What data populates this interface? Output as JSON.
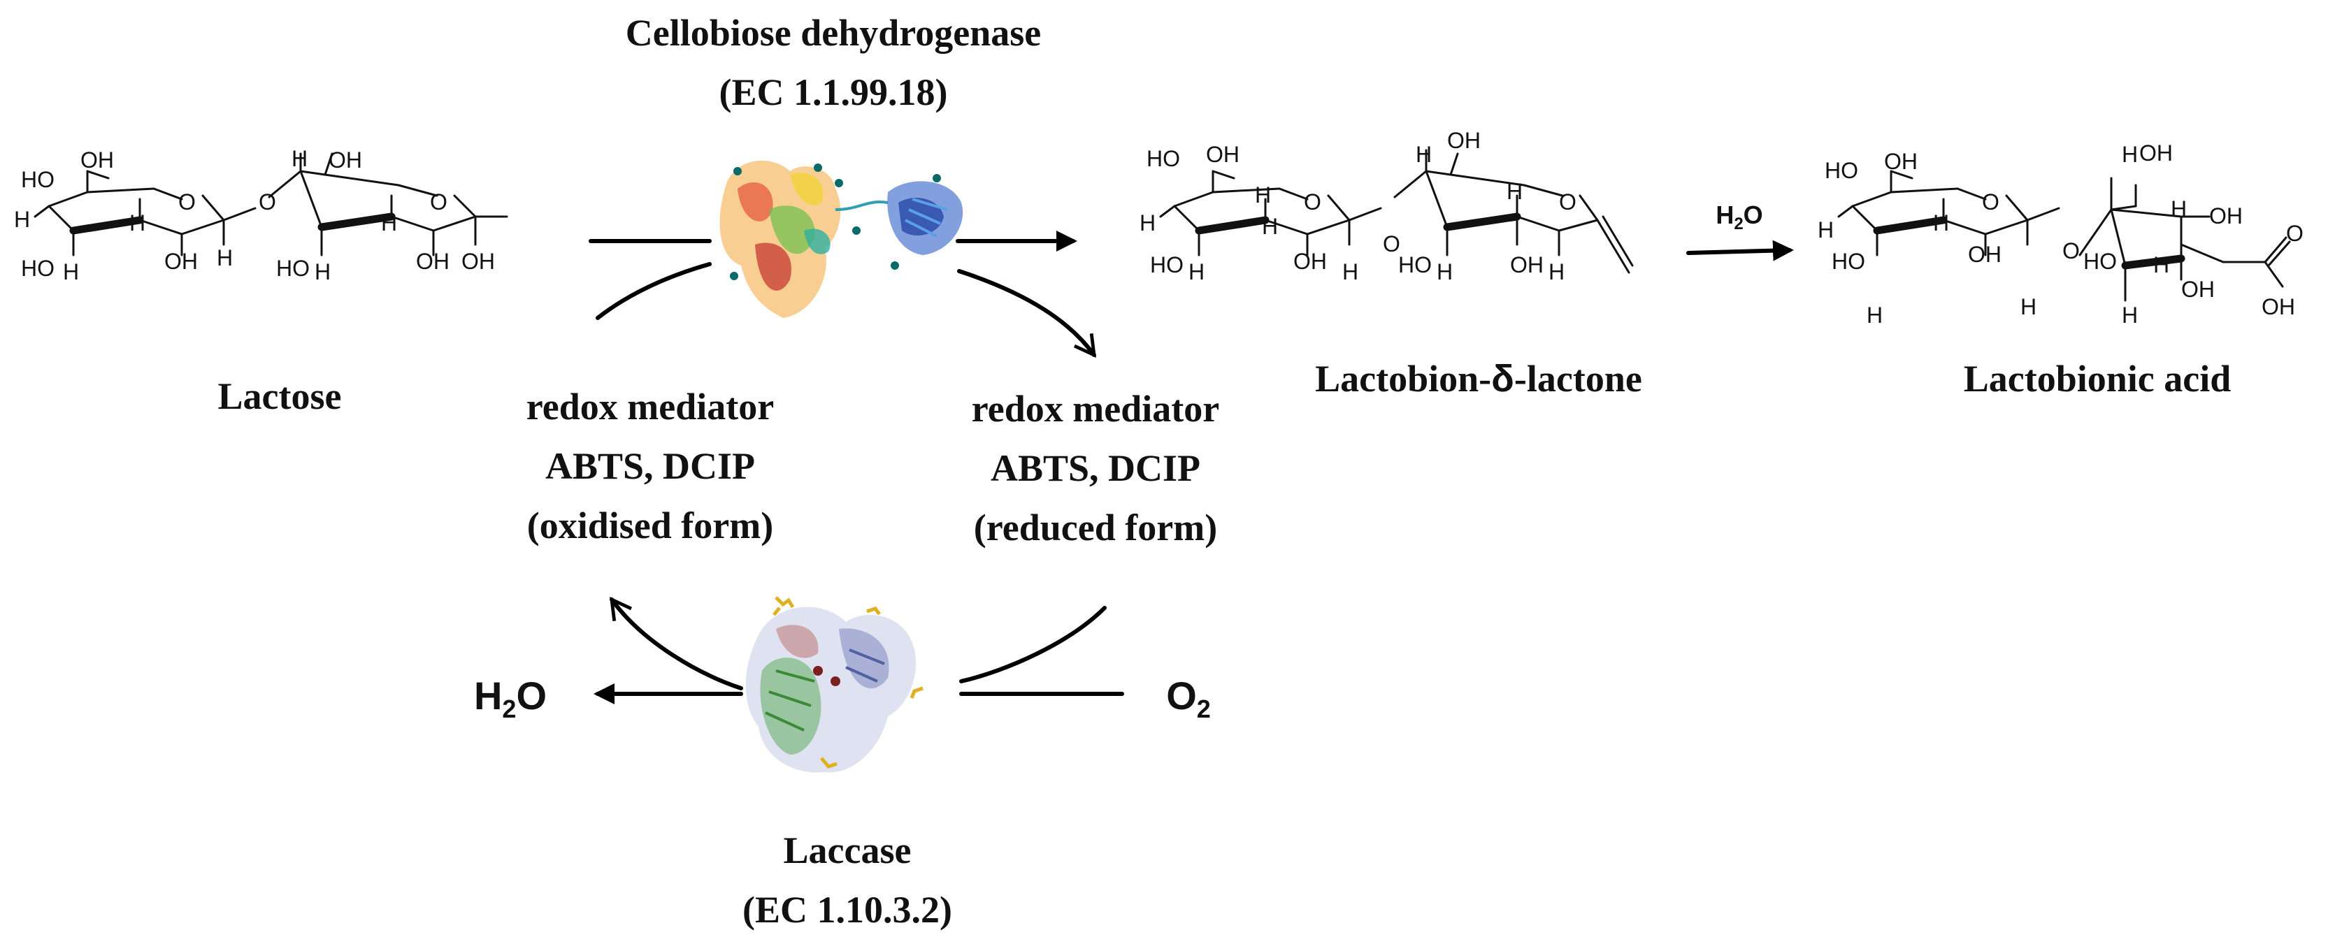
{
  "compounds": {
    "lactose": "Lactose",
    "lactone_prefix": "Lactobion-",
    "lactone_delta": "δ",
    "lactone_suffix": "-lactone",
    "acid": "Lactobionic acid"
  },
  "enzymes": {
    "cdh_name": "Cellobiose dehydrogenase",
    "cdh_ec": "(EC 1.1.99.18)",
    "laccase_name": "Laccase",
    "laccase_ec": "(EC 1.10.3.2)"
  },
  "mediator_oxidised": {
    "line1": "redox mediator",
    "line2": "ABTS, DCIP",
    "line3": "(oxidised form)"
  },
  "mediator_reduced": {
    "line1": "redox mediator",
    "line2": "ABTS, DCIP",
    "line3": "(reduced form)"
  },
  "water": {
    "H": "H",
    "sub": "2",
    "O": "O"
  },
  "oxygen": {
    "O": "O",
    "sub": "2"
  },
  "atoms": {
    "OH": "OH",
    "HO": "HO",
    "H": "H",
    "O": "O"
  }
}
